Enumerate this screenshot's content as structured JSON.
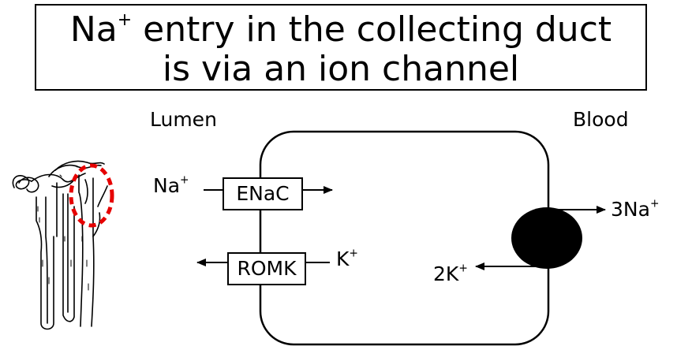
{
  "title": {
    "line1_main": "Na",
    "line1_sup": "+",
    "line1_rest": " entry in the collecting duct",
    "line2": "is via an ion channel"
  },
  "compartments": {
    "lumen": "Lumen",
    "blood": "Blood"
  },
  "channels": {
    "enac": "ENaC",
    "romk": "ROMK"
  },
  "ions": {
    "na_in": {
      "main": "Na",
      "sup": "+"
    },
    "k_out": {
      "main": "K",
      "sup": "+"
    },
    "na_out": {
      "main": "3Na",
      "sup": "+"
    },
    "k_in": {
      "main": "2K",
      "sup": "+"
    }
  },
  "icons": {
    "nephron": "nephron-illustration-icon",
    "pump": "na-k-pump-icon"
  },
  "colors": {
    "highlight": "#e60000",
    "ink": "#000000"
  }
}
